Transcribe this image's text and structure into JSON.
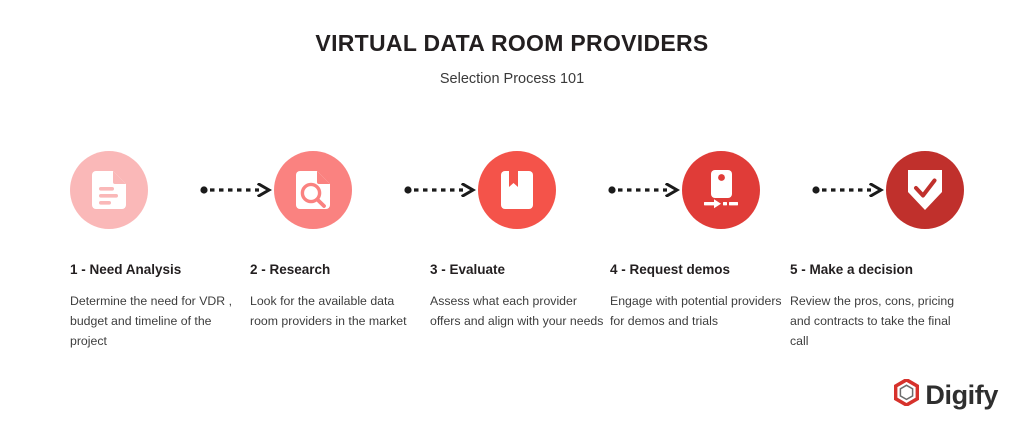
{
  "header": {
    "title": "VIRTUAL DATA ROOM PROVIDERS",
    "subtitle": "Selection Process 101"
  },
  "colors": {
    "step1": "#FAB8B8",
    "step2": "#FA8280",
    "step3": "#F4534A",
    "step4": "#E03C38",
    "step5": "#C0302C",
    "arrow": "#1b1b1b",
    "text_heading": "#231f20",
    "text_body": "#3d3d3d",
    "logo_red": "#D6322C",
    "logo_text": "#2f2f2f"
  },
  "steps": [
    {
      "number": "1",
      "heading": "1 - Need Analysis",
      "body": "Determine the need for VDR , budget and timeline of the project",
      "icon": "document-icon",
      "color": "#FAB8B8"
    },
    {
      "number": "2",
      "heading": "2 - Research",
      "body": "Look for the available data room providers in the market",
      "icon": "document-search-icon",
      "color": "#FA8280"
    },
    {
      "number": "3",
      "heading": "3 - Evaluate",
      "body": "Assess what each provider offers and align with your needs",
      "icon": "bookmark-book-icon",
      "color": "#F4534A"
    },
    {
      "number": "4",
      "heading": "4 - Request demos",
      "body": "Engage with potential providers for demos and trials",
      "icon": "device-request-icon",
      "color": "#E03C38"
    },
    {
      "number": "5",
      "heading": "5 - Make a decision",
      "body": "Review the pros, cons, pricing and contracts to take the final call",
      "icon": "shield-check-icon",
      "color": "#C0302C"
    }
  ],
  "connectors": [
    {
      "name": "dotted-arrow-1"
    },
    {
      "name": "dotted-arrow-2"
    },
    {
      "name": "dotted-arrow-3"
    },
    {
      "name": "dotted-arrow-4"
    }
  ],
  "logo": {
    "name": "Digify",
    "mark": "digify-hexagon-icon"
  }
}
